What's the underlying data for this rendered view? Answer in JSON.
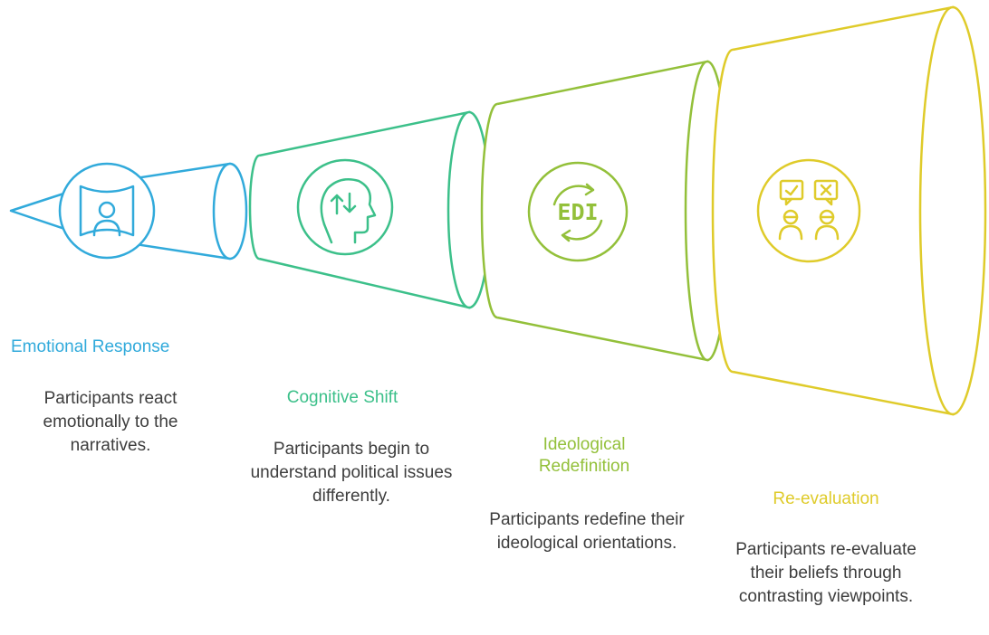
{
  "colors": {
    "stage1": "#31aadb",
    "stage2": "#3cc08a",
    "stage3": "#93c03a",
    "stage4": "#dfcb2a"
  },
  "stages": [
    {
      "title": "Emotional Response",
      "description": "Participants react emotionally to the narratives.",
      "icon": "person-frame-icon"
    },
    {
      "title": "Cognitive Shift",
      "description": "Participants begin to understand political issues differently.",
      "icon": "head-arrows-icon"
    },
    {
      "title": "Ideological Redefinition",
      "description": "Participants redefine their ideological orientations.",
      "icon": "edi-cycle-icon",
      "icon_text": "EDI"
    },
    {
      "title": "Re-evaluation",
      "description": "Participants re-evaluate their beliefs through contrasting viewpoints.",
      "icon": "debate-people-icon"
    }
  ]
}
